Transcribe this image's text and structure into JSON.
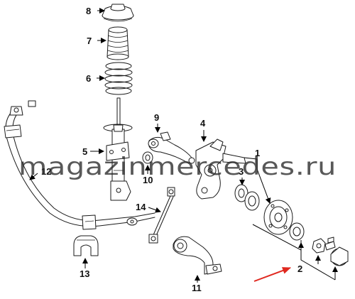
{
  "watermark": {
    "text": "magazinmercedes.ru"
  },
  "colors": {
    "line": "#1a1a1a",
    "accent_arrow": "#e0281f",
    "background": "#ffffff"
  },
  "callouts": {
    "c1": "1",
    "c2": "2",
    "c3": "3",
    "c4": "4",
    "c5": "5",
    "c6": "6",
    "c7": "7",
    "c8": "8",
    "c9": "9",
    "c10": "10",
    "c11": "11",
    "c12": "12",
    "c13": "13",
    "c14": "14"
  }
}
